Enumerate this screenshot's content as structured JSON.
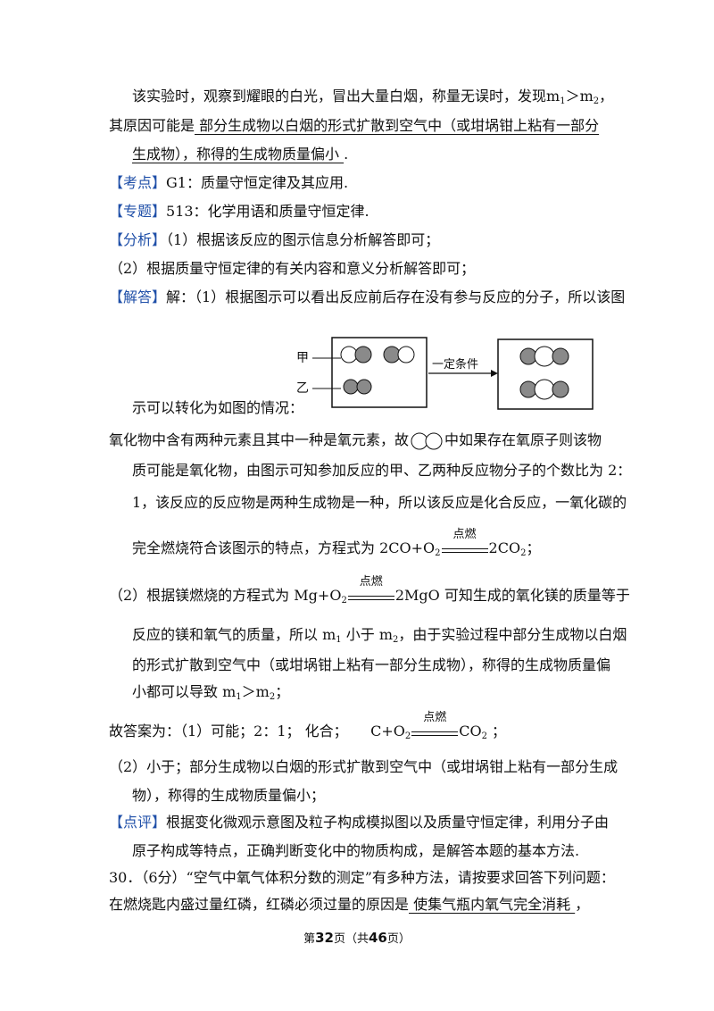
{
  "lines": {
    "l1": "该实验时，观察到耀眼的白光，冒出大量白烟，称量无误时，发现",
    "l2a": "其原因可能是",
    "l2u": "  部分生成物以白烟的形式扩散到空气中（或坩埚钳上粘有一部分",
    "l3u": "生成物），称得的生成物质量偏小    ",
    "l3b": ".",
    "kd_tag": "【考点】",
    "kd": "G1：质量守恒定律及其应用.",
    "zt_tag": "【专题】",
    "zt": "513：化学用语和质量守恒定律.",
    "fx_tag": "【分析】",
    "fx": "（1）根据该反应的图示信息分析解答即可；",
    "fx2": "（2）根据质量守恒定律的有关内容和意义分析解答即可；",
    "jd_tag": "【解答】",
    "jd": "解：（1）根据图示可以看出反应前后存在没有参与反应的分子，所以该图",
    "l_fig": "示可以转化为如图的情况：",
    "l_ox_a": "氧化物中含有两种元素且其中一种是氧元素，故",
    "l_ox_b": "中如果存在氧原子则该物",
    "l_p1": "质可能是氧化物，由图示可知参加反应的甲、乙两种反应物分子的个数比为 2：",
    "l_p2": "1，该反应的反应物是两种生成物是一种，所以该反应是化合反应，一氧化碳的",
    "l_p3": "完全燃烧符合该图示的特点，方程式为 ",
    "l_q1": "（2）根据镁燃烧的方程式为 ",
    "l_q1b": "可知生成的氧化镁的质量等于",
    "l_q2": "反应的镁和氧气的质量，所以 m",
    "l_q2b": " 小于 m",
    "l_q2c": "，由于实验过程中部分生成物以白烟",
    "l_q3": "的形式扩散到空气中（或坩埚钳上粘有一部分生成物），称得的生成物质量偏",
    "l_q4": "小都可以导致 m",
    "l_ans": "故答案为：（1）可能；2：1；    化合；",
    "l_ans2": "（2）小于；部分生成物以白烟的形式扩散到空气中（或坩埚钳上粘有一部分生成",
    "l_ans3": "物），称得的生成物质量偏小；",
    "dp_tag": "【点评】",
    "dp": "根据变化微观示意图及粒子构成模拟图以及质量守恒定律，利用分子由",
    "dp2": "原子构成等特点，正确判断变化中的物质构成，是解答本题的基本方法.",
    "q30": "30．（6分）“空气中氧气体积分数的测定”有多种方法，请按要求回答下列问题：",
    "q30b": "在燃烧匙内盛过量红磷，红磷必须过量的原因是",
    "q30u": "  使集气瓶内氧气完全消耗  ",
    "q30c": "，"
  },
  "chem": {
    "m": "m",
    "one": "1",
    "two": "2",
    "gt": "＞",
    "cond": "点燃",
    "eq1_left": "2CO+O",
    "eq1_right": "2CO",
    "eq2_left": "Mg+O",
    "eq2_right": "2MgO",
    "eq3_left": "C+O",
    "eq3_right": "CO",
    "comma": "，",
    "semi": "；",
    "semi_sp": " ；"
  },
  "figure": {
    "label_jia": "甲",
    "label_yi": "乙",
    "arrow_label": "一定条件"
  },
  "footer": {
    "pre": "第",
    "page": "32",
    "mid": "页（共",
    "total": "46",
    "post": "页）"
  }
}
